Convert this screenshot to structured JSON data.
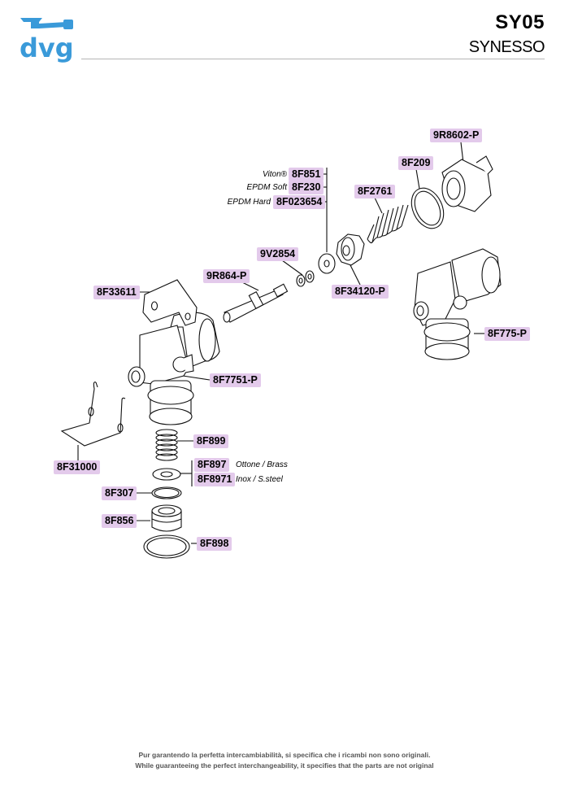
{
  "header": {
    "logo_text": "dvg",
    "model_code": "SY05",
    "brand": "SYNESSO",
    "logo_color": "#3a9ad9"
  },
  "label_color": "#e3caeb",
  "parts": {
    "p9R8602P": "9R8602-P",
    "p8F209": "8F209",
    "p8F2761": "8F2761",
    "p8F851": "8F851",
    "p8F230": "8F230",
    "p8F023654": "8F023654",
    "p9V2854": "9V2854",
    "p9R864P": "9R864-P",
    "p8F34120P": "8F34120-P",
    "p8F33611": "8F33611",
    "p8F775P": "8F775-P",
    "p8F7751P": "8F7751-P",
    "p8F899": "8F899",
    "p8F31000": "8F31000",
    "p8F897": "8F897",
    "p8F8971": "8F8971",
    "p8F307": "8F307",
    "p8F856": "8F856",
    "p8F898": "8F898"
  },
  "notes": {
    "viton": "Viton®",
    "epdm_soft": "EPDM Soft",
    "epdm_hard": "EPDM Hard",
    "brass": "Ottone / Brass",
    "steel": "Inox / S.steel"
  },
  "footer": {
    "line1": "Pur garantendo la perfetta intercambiabilità, si specifica che i ricambi non sono originali.",
    "line2": "While guaranteeing the perfect interchangeability, it specifies that the parts are not original"
  }
}
